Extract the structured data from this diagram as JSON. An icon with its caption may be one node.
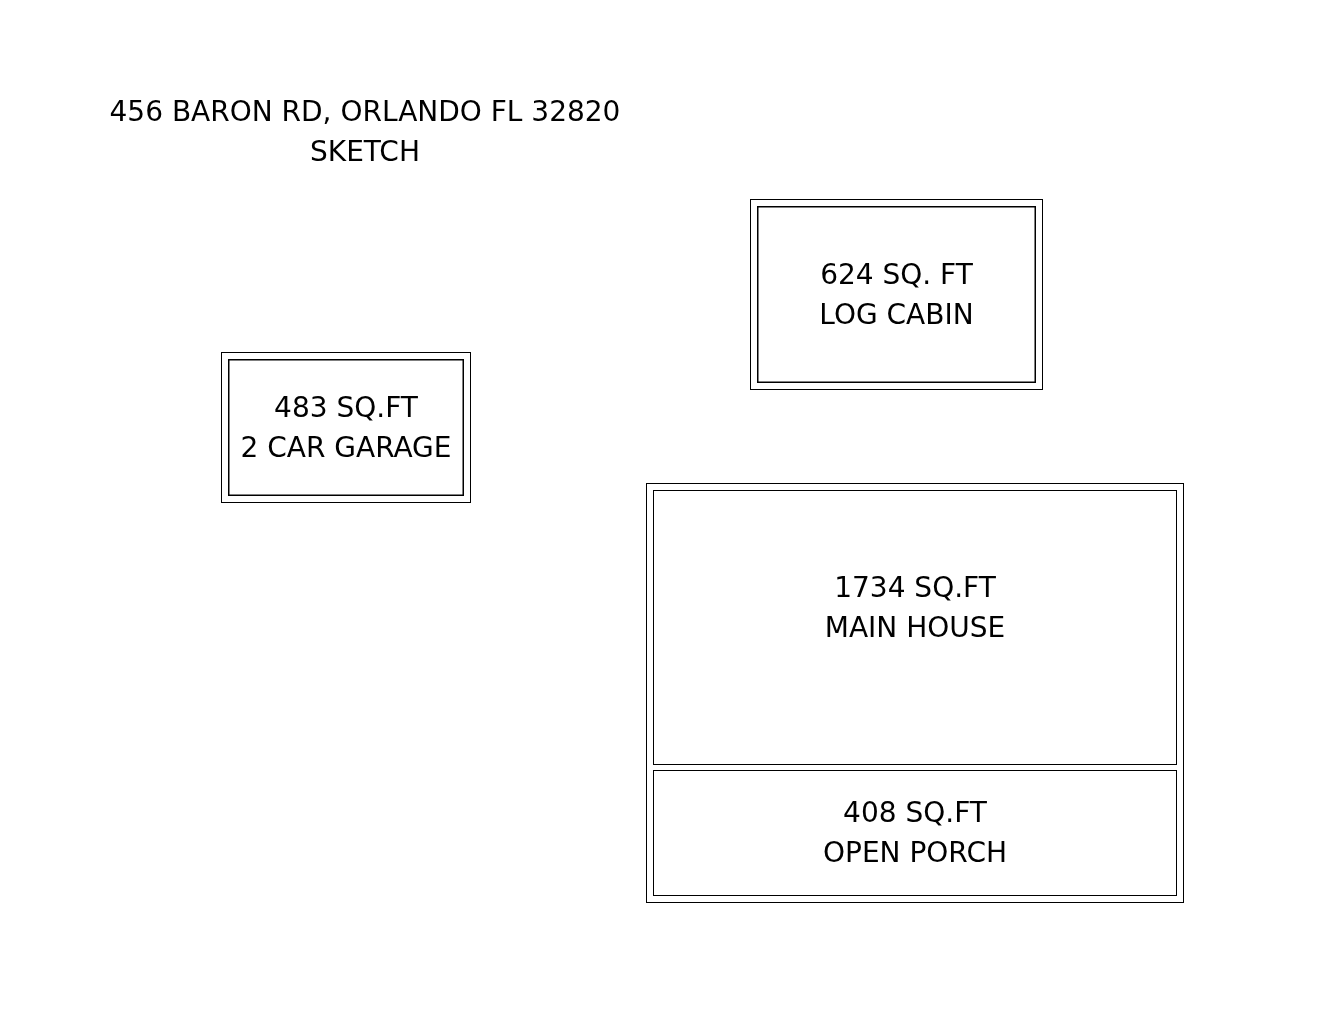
{
  "diagram": {
    "title": "456 BARON RD, ORLANDO FL 32820",
    "nodes": [
      {
        "text": [
          "624 SQ. FT",
          "LOG CABIN"
        ]
      },
      {
        "text": [
          "483 SQ.FT",
          "2 CAR GARAGE"
        ]
      },
      {
        "text": [],
        "shape": "box"
      },
      {
        "text": [
          "1734 SQ.FT",
          "MAIN HOUSE"
        ],
        "in": 2
      },
      {
        "text": [
          "408 SQ.FT",
          "OPEN PORCH"
        ],
        "in": 2
      }
    ],
    "edges": [],
    "labels": [
      "SKETCH"
    ]
  }
}
